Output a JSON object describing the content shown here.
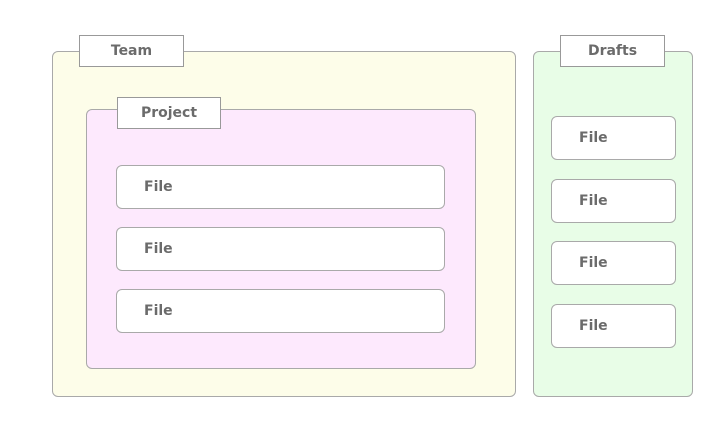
{
  "colors": {
    "team_fill": "#fdfde9",
    "project_fill": "#fde9fd",
    "drafts_fill": "#e8fde7",
    "border": "#a9a9a9",
    "text": "#6b6b6b"
  },
  "team": {
    "label": "Team",
    "project": {
      "label": "Project",
      "files": [
        "File",
        "File",
        "File"
      ]
    }
  },
  "drafts": {
    "label": "Drafts",
    "files": [
      "File",
      "File",
      "File",
      "File"
    ]
  }
}
